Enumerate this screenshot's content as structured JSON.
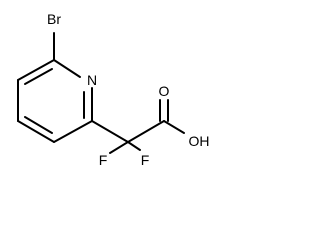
{
  "molecule": {
    "atoms": {
      "bromine": "Br",
      "nitrogen": "N",
      "hydroxyl": "OH",
      "carbonyl_oxygen": "O",
      "fluorine_left": "F",
      "fluorine_right": "F"
    }
  }
}
